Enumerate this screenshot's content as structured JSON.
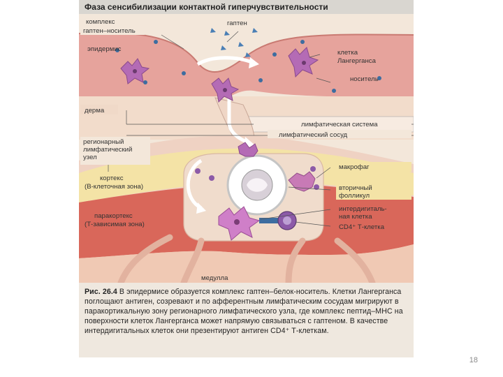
{
  "figure": {
    "title": "Фаза сенсибилизации контактной гиперчувствительности",
    "labels": {
      "complex_line1": "комплекс",
      "complex_line2": "гаптен–носитель",
      "hapten": "гаптен",
      "epidermis": "эпидермис",
      "langerhans_line1": "клетка",
      "langerhans_line2": "Лангерганса",
      "carrier": "носитель",
      "dermis": "дерма",
      "lymph_system": "лимфатическая система",
      "lymph_vessel": "лимфатический сосуд",
      "node_line1": "регионарный",
      "node_line2": "лимфатический",
      "node_line3": "узел",
      "cortex_line1": "кортекс",
      "cortex_line2": "(В-клеточная зона)",
      "macrophage": "макрофаг",
      "follicle_line1": "вторичный",
      "follicle_line2": "фолликул",
      "idc_line1": "интердигиталь-",
      "idc_line2": "ная клетка",
      "cd4": "CD4⁺ Т-клетка",
      "paracortex_line1": "паракортекс",
      "paracortex_line2": "(Т-зависимая зона)",
      "medulla": "медулла"
    },
    "colors": {
      "epidermis": "#e6a39c",
      "dermis": "#f2dccb",
      "cortex": "#f4e3a6",
      "paracortex": "#d9675a",
      "medulla": "#f0c9b4",
      "langerhans_cell": "#b46bb5",
      "t_cell": "#8c5aa8",
      "hapten": "#4a7fb5"
    }
  },
  "caption": {
    "label": "Рис. 26.4",
    "text": " В эпидермисе образуется комплекс гаптен–белок-носитель. Клетки Лангерганса поглощают антиген, созревают и по афферентным лимфатическим сосудам мигрируют в паракортикальную зону регионарного лимфатического узла, где комплекс пептид–МНС на поверхности клеток Лангерганса может напрямую связываться с гаптеном. В качестве интердигитальных клеток они презентируют антиген CD4⁺ Т-клеткам."
  },
  "page_number": "18"
}
